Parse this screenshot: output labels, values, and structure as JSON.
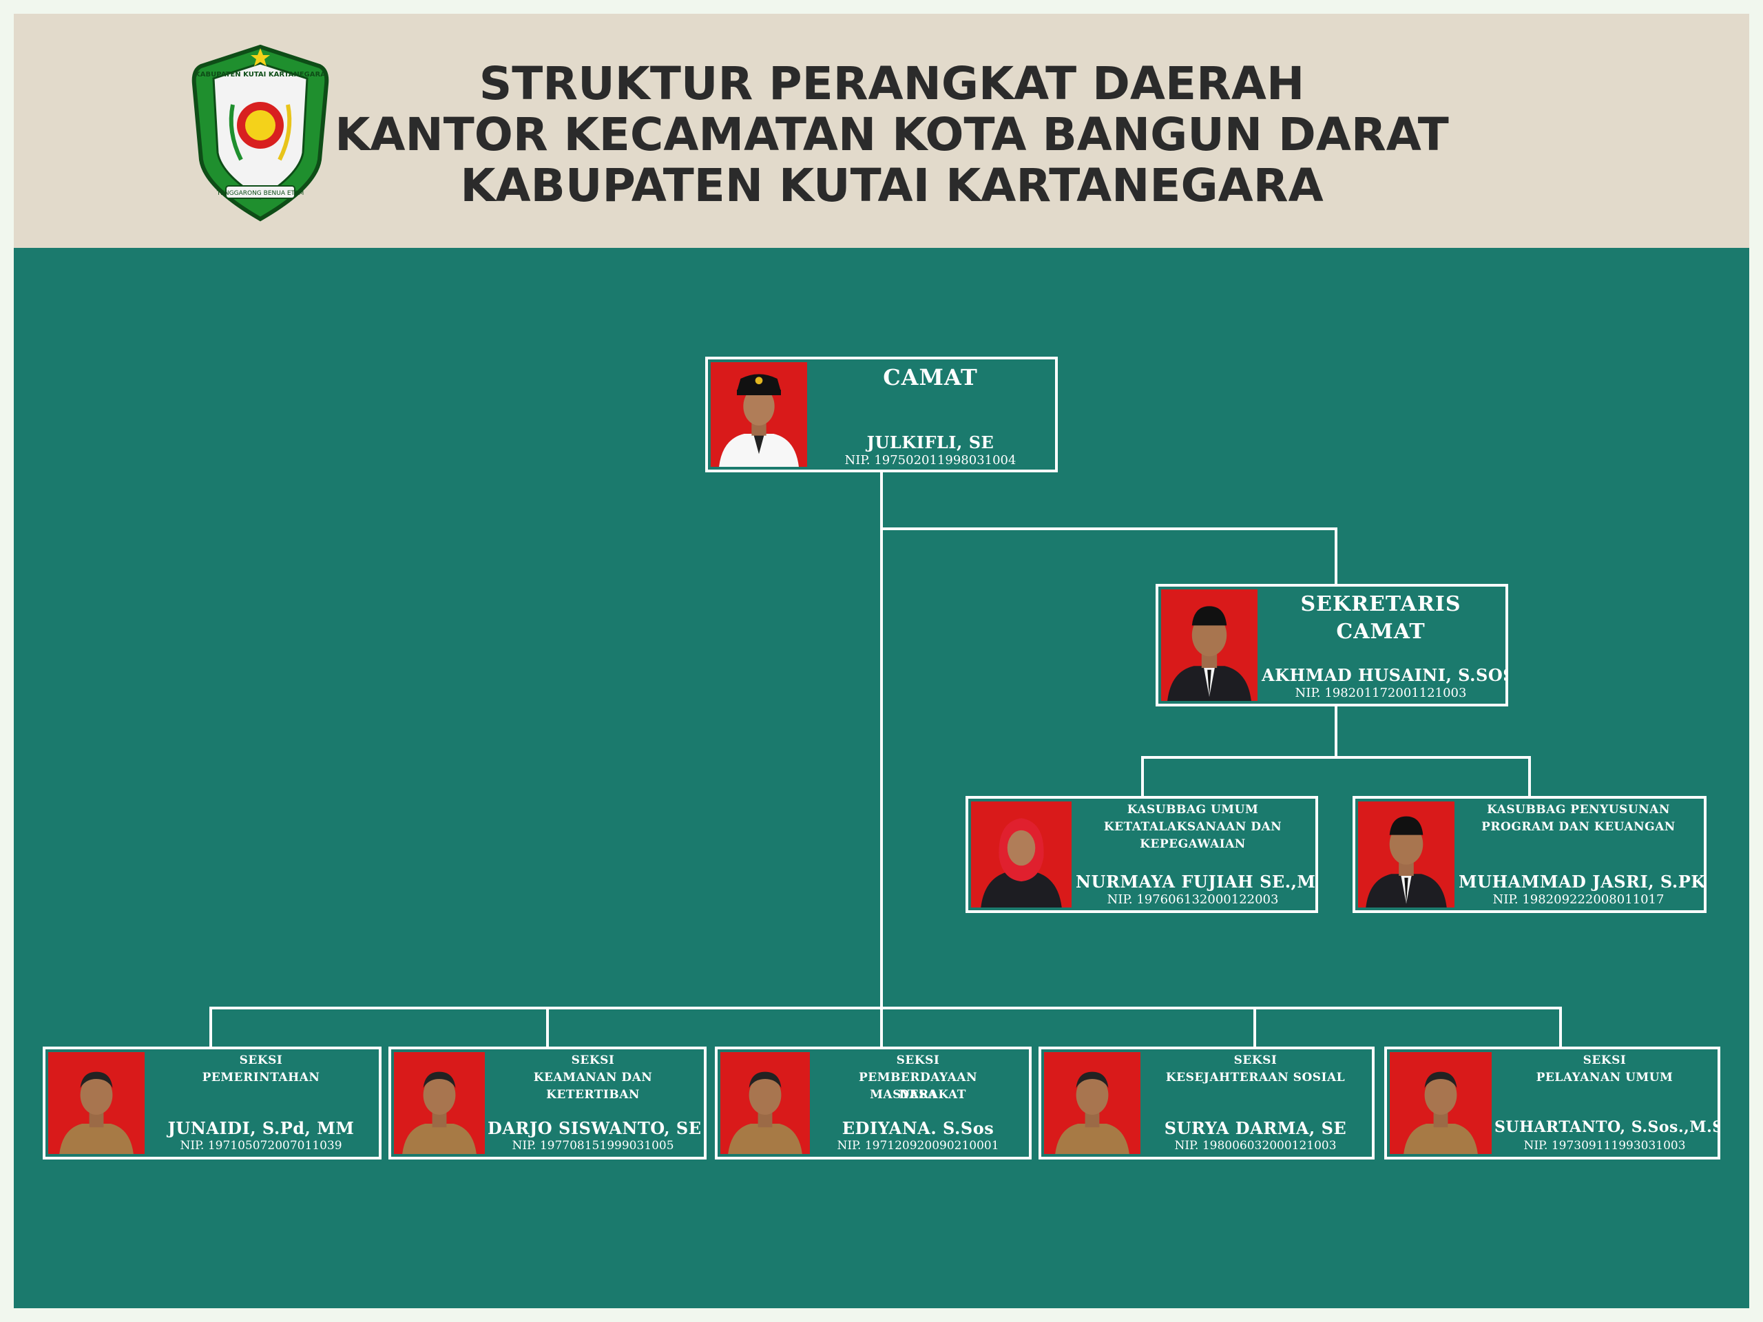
{
  "header": {
    "lines": [
      "STRUKTUR PERANGKAT DAERAH",
      "KANTOR KECAMATAN KOTA BANGUN DARAT",
      "KABUPATEN KUTAI KARTANEGARA"
    ],
    "logo": {
      "top_text": "KABUPATEN KUTAI KARTANEGARA",
      "motto": "TENGGARONG BENUA ETAM"
    }
  },
  "colors": {
    "header_bg": "#e2dacb",
    "board_bg": "#1b7a6d",
    "photo_bg": "#d91a1a",
    "line": "#ffffff"
  },
  "camat": {
    "title": "CAMAT",
    "name": "JULKIFLI, SE",
    "nip": "NIP. 197502011998031004"
  },
  "sekretaris": {
    "title_line1": "SEKRETARIS",
    "title_line2": "CAMAT",
    "name": "AKHMAD HUSAINI, S.SOS",
    "nip": "NIP. 198201172001121003"
  },
  "kasubbag": [
    {
      "title": [
        "KASUBBAG UMUM",
        "KETATALAKSANAAN DAN",
        "KEPEGAWAIAN"
      ],
      "name": "NURMAYA FUJIAH SE.,MM",
      "nip": "NIP. 197606132000122003"
    },
    {
      "title": [
        "KASUBBAG PENYUSUNAN",
        "PROGRAM DAN KEUANGAN",
        ""
      ],
      "name": "MUHAMMAD JASRI, S.PKP",
      "nip": "NIP. 198209222008011017"
    }
  ],
  "seksi": [
    {
      "title": [
        "SEKSI",
        "PEMERINTAHAN",
        ""
      ],
      "name": "JUNAIDI, S.Pd, MM",
      "nip": "NIP. 197105072007011039"
    },
    {
      "title": [
        "SEKSI",
        "KEAMANAN DAN KETERTIBAN",
        ""
      ],
      "name": "DARJO SISWANTO, SE",
      "nip": "NIP. 197708151999031005"
    },
    {
      "title": [
        "SEKSI",
        "PEMBERDAYAAN MASYARAKAT",
        "DESA"
      ],
      "name": "EDIYANA. S.Sos",
      "nip": "NIP. 197120920090210001"
    },
    {
      "title": [
        "SEKSI",
        "KESEJAHTERAAN SOSIAL",
        ""
      ],
      "name": "SURYA DARMA, SE",
      "nip": "NIP. 198006032000121003"
    },
    {
      "title": [
        "SEKSI",
        "PELAYANAN UMUM",
        ""
      ],
      "name": "SUHARTANTO, S.Sos.,M.Si",
      "nip": "NIP. 197309111993031003"
    }
  ]
}
